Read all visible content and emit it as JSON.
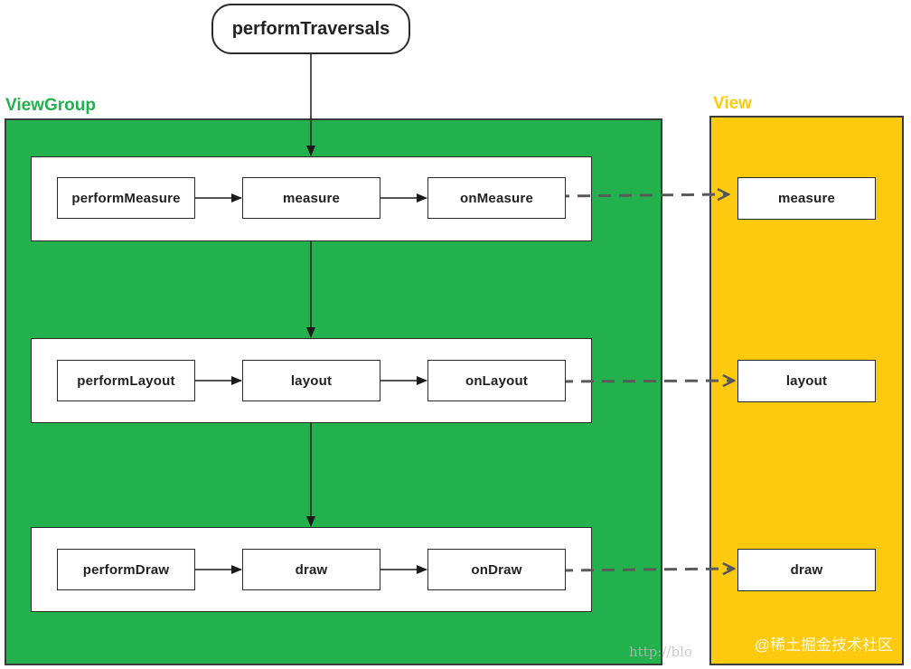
{
  "top_node": {
    "label": "performTraversals"
  },
  "viewgroup": {
    "title": "ViewGroup",
    "color": "#22b14c",
    "rows": [
      {
        "perform": "performMeasure",
        "step": "measure",
        "on": "onMeasure"
      },
      {
        "perform": "performLayout",
        "step": "layout",
        "on": "onLayout"
      },
      {
        "perform": "performDraw",
        "step": "draw",
        "on": "onDraw"
      }
    ]
  },
  "view": {
    "title": "View",
    "color": "#ffc90e",
    "items": [
      "measure",
      "layout",
      "draw"
    ]
  },
  "watermark": {
    "url": "http://blo",
    "text": "@稀土掘金技术社区"
  }
}
